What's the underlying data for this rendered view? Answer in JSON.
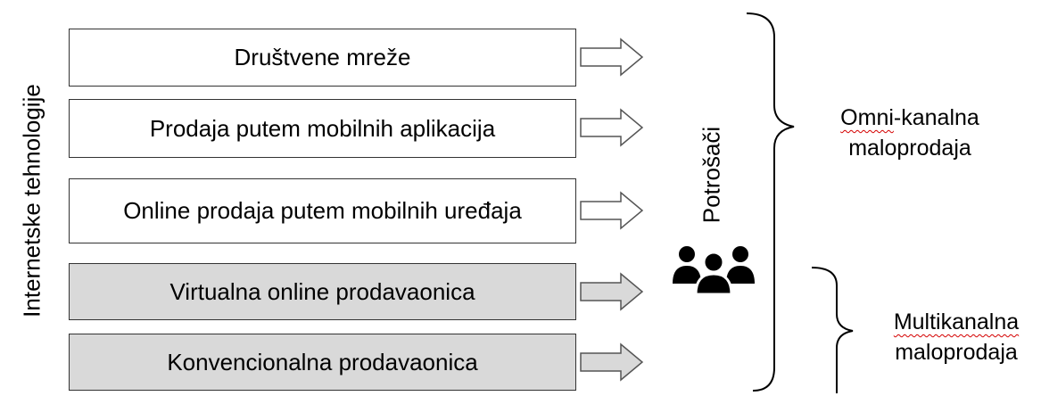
{
  "side_label": "Internetske tehnologije",
  "channels": [
    {
      "label": "Društvene mreže",
      "style": "plain"
    },
    {
      "label": "Prodaja putem mobilnih aplikacija",
      "style": "plain"
    },
    {
      "label": "Online prodaja putem mobilnih uređaja",
      "style": "plain"
    },
    {
      "label": "Virtualna online prodavaonica",
      "style": "shaded"
    },
    {
      "label": "Konvencionalna prodavaonica",
      "style": "shaded"
    }
  ],
  "consumers": {
    "label": "Potrošači",
    "icon": "people-group-icon"
  },
  "results": {
    "omni": {
      "line1_part1": "Omni",
      "line1_part2": "-kanalna",
      "line2": "maloprodaja"
    },
    "multi": {
      "line1": "Multikanalna",
      "line2": "maloprodaja"
    }
  },
  "colors": {
    "shaded_fill": "#d9d9d9",
    "plain_fill": "#ffffff",
    "spellcheck_underline": "#d40000"
  }
}
